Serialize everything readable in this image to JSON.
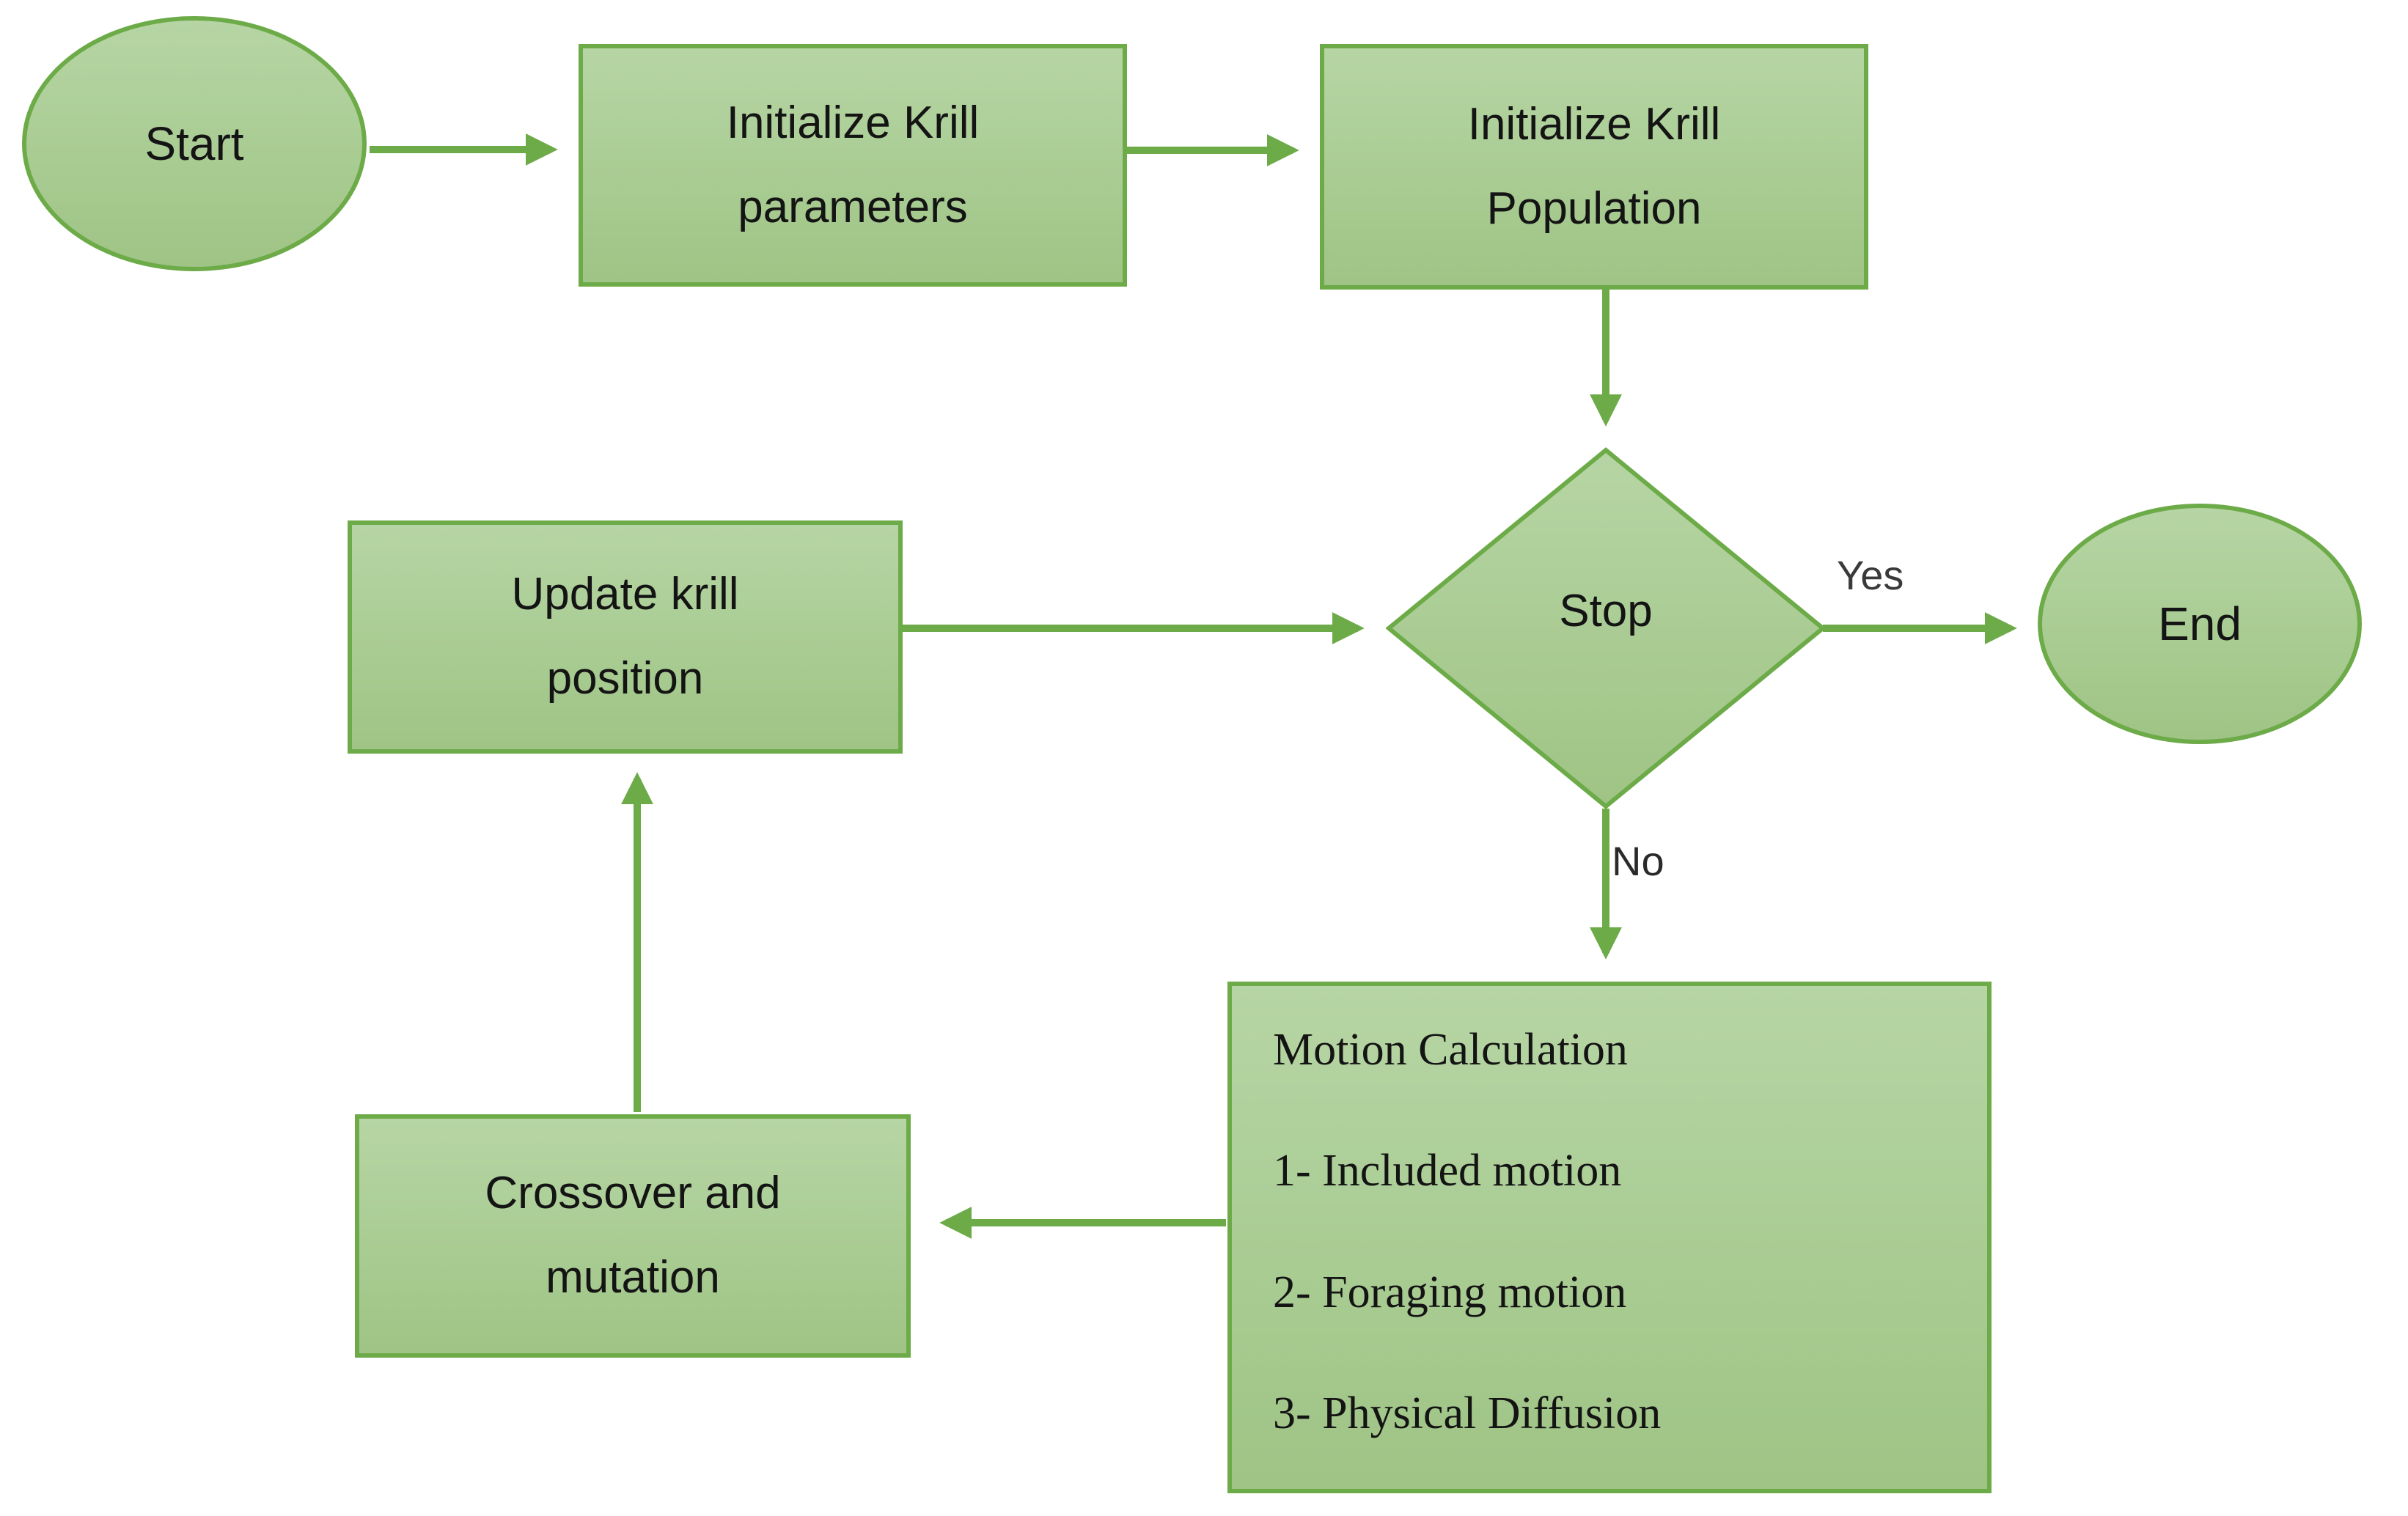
{
  "colors": {
    "shape_border": "#6cab48",
    "shape_fill_top": "#b6d5a4",
    "shape_fill_bottom": "#9fc485",
    "arrow": "#6cab48",
    "label_text": "#141414",
    "edge_label_text": "#3a3a3a",
    "background": "#ffffff"
  },
  "nodes": {
    "start": {
      "label": "Start"
    },
    "init_params": {
      "line1": "Initialize Krill",
      "line2": "parameters"
    },
    "init_pop": {
      "line1": "Initialize Krill",
      "line2": "Population"
    },
    "stop": {
      "label": "Stop"
    },
    "end": {
      "label": "End"
    },
    "update": {
      "line1": "Update krill",
      "line2": "position"
    },
    "crossover": {
      "line1": "Crossover and",
      "line2": "mutation"
    },
    "motion": {
      "title": "Motion Calculation",
      "items": [
        "1- Included motion",
        "2- Foraging motion",
        "3- Physical Diffusion"
      ]
    }
  },
  "edges": {
    "yes_label": "Yes",
    "no_label": "No"
  }
}
